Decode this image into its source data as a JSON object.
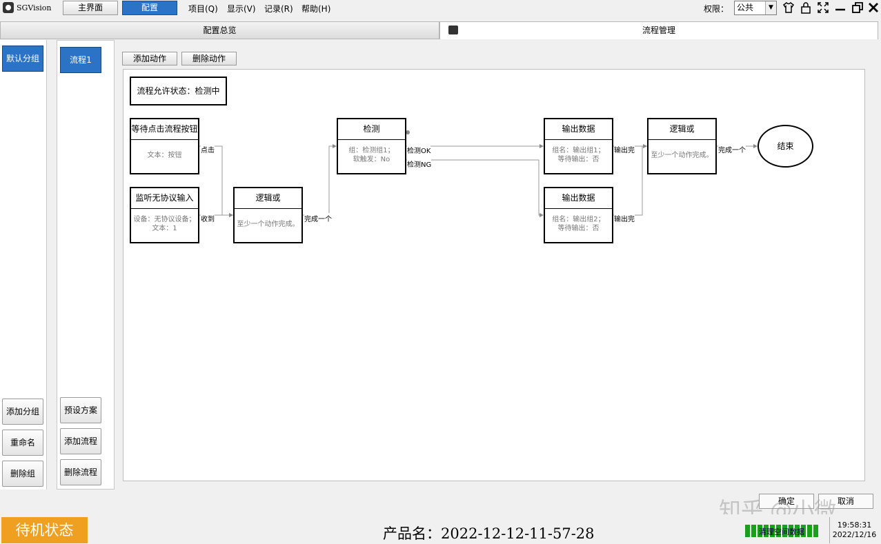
{
  "app": {
    "title": "SGVision"
  },
  "nav": {
    "home": "主界面",
    "config": "配置"
  },
  "menu": {
    "project": "项目(Q)",
    "display": "显示(V)",
    "record": "记录(R)",
    "help": "帮助(H)"
  },
  "permission": {
    "label": "权限：",
    "value": "公共"
  },
  "tabs": {
    "overview": "配置总览",
    "flow": "流程管理"
  },
  "groups": {
    "default": "默认分组",
    "add": "添加分组",
    "rename": "重命名",
    "delete": "删除组"
  },
  "flows": {
    "flow1": "流程1",
    "preset": "预设方案",
    "add": "添加流程",
    "delete": "删除流程"
  },
  "toolbar": {
    "add_action": "添加动作",
    "delete_action": "删除动作"
  },
  "diagram": {
    "status": "流程允许状态：检测中",
    "wait": {
      "title": "等待点击流程按钮",
      "desc": "文本：按钮"
    },
    "listen": {
      "title": "监听无协议输入",
      "desc1": "设备：无协议设备；",
      "desc2": "文本：1"
    },
    "or1": {
      "title": "逻辑或",
      "desc": "至少一个动作完成。"
    },
    "detect": {
      "title": "检测",
      "desc1": "组：检测组1；",
      "desc2": "软触发：No"
    },
    "out1": {
      "title": "输出数据",
      "desc1": "组名：输出组1；",
      "desc2": "等待输出：否"
    },
    "out2": {
      "title": "输出数据",
      "desc1": "组名：输出组2；",
      "desc2": "等待输出：否"
    },
    "or2": {
      "title": "逻辑或",
      "desc": "至少一个动作完成。"
    },
    "end": "结束",
    "edges": {
      "click": "点击",
      "recv": "收到",
      "one1": "完成一个",
      "ok": "检测OK",
      "ng": "检测NG",
      "done1": "输出完",
      "done2": "输出完",
      "one2": "完成一个"
    }
  },
  "footer": {
    "confirm": "确定",
    "cancel": "取消"
  },
  "watermark": "知乎 @小微",
  "status": {
    "state": "待机状态",
    "product": "产品名：2022-12-12-11-57-28",
    "bar_label": "清理空间数据",
    "time": "19:58:31",
    "date": "2022/12/16"
  }
}
